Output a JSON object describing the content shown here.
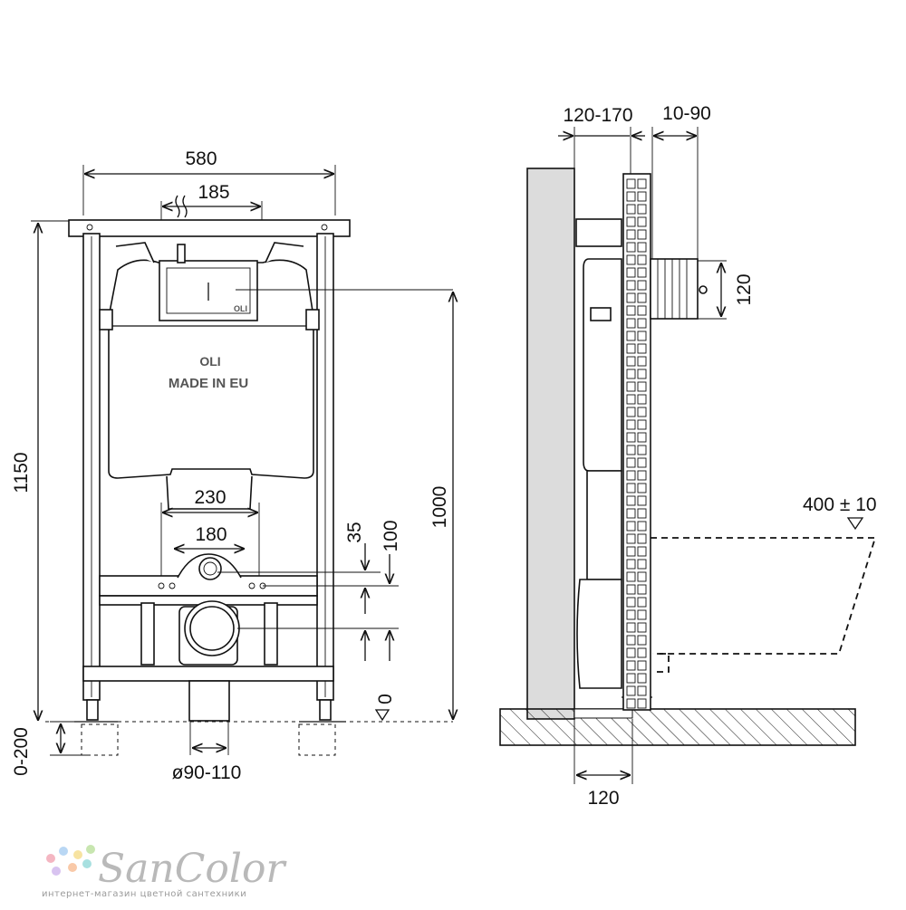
{
  "front_view": {
    "dim_width": "580",
    "dim_pipe_spacing": "185",
    "dim_height": "1150",
    "dim_adjust": "0-200",
    "dim_total": "1000",
    "dim_flush": "230",
    "dim_bolts": "180",
    "dim_35": "35",
    "dim_100": "100",
    "dim_zero": "0",
    "dim_drain": "ø90-110",
    "brand": "OLI",
    "brand_made": "MADE IN EU",
    "brand_small": "OLI"
  },
  "side_view": {
    "dim_wall": "120-170",
    "dim_cover": "10-90",
    "dim_pipe": "120",
    "dim_seat": "400 ± 10",
    "dim_floor": "120"
  },
  "watermark": {
    "name": "SanColor",
    "tagline": "интернет-магазин цветной сантехники",
    "dot_colors": [
      "#f4b6c2",
      "#b9d7f4",
      "#f7e3a1",
      "#c8e6b0",
      "#d8c3f0",
      "#f9c9a8",
      "#a8e0e0"
    ]
  }
}
